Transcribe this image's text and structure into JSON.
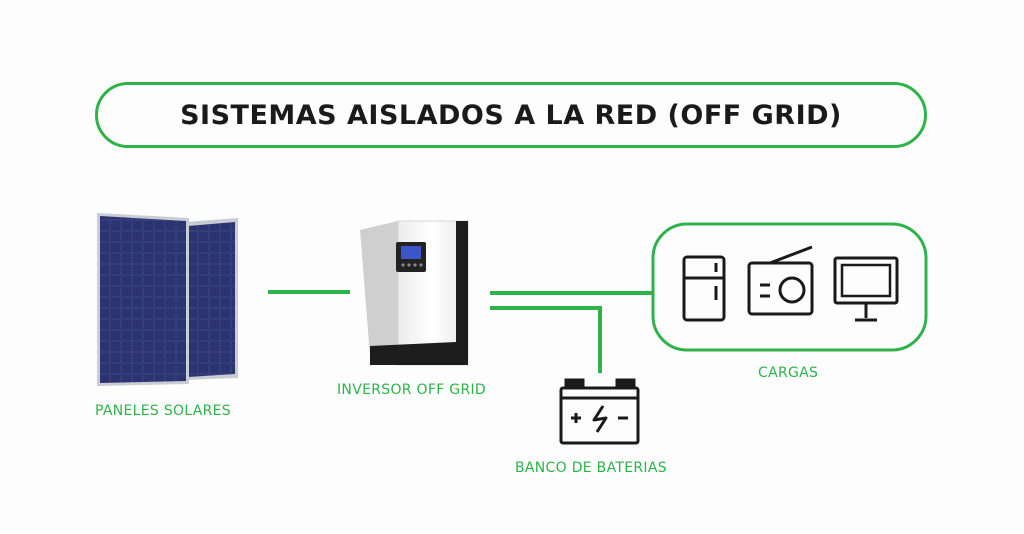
{
  "title": "SISTEMAS AISLADOS A LA RED (OFF GRID)",
  "labels": {
    "panels": "PANELES SOLARES",
    "inverter": "INVERSOR OFF GRID",
    "battery": "BANCO DE BATERIAS",
    "loads": "CARGAS"
  },
  "icons": {
    "panels": "solar-panel-icon",
    "inverter": "inverter-icon",
    "battery": "battery-icon",
    "fridge": "refrigerator-icon",
    "radio": "radio-icon",
    "monitor": "monitor-icon"
  },
  "colors": {
    "accent": "#2db34a",
    "text": "#1a1a1a",
    "panel": "#23295a"
  }
}
